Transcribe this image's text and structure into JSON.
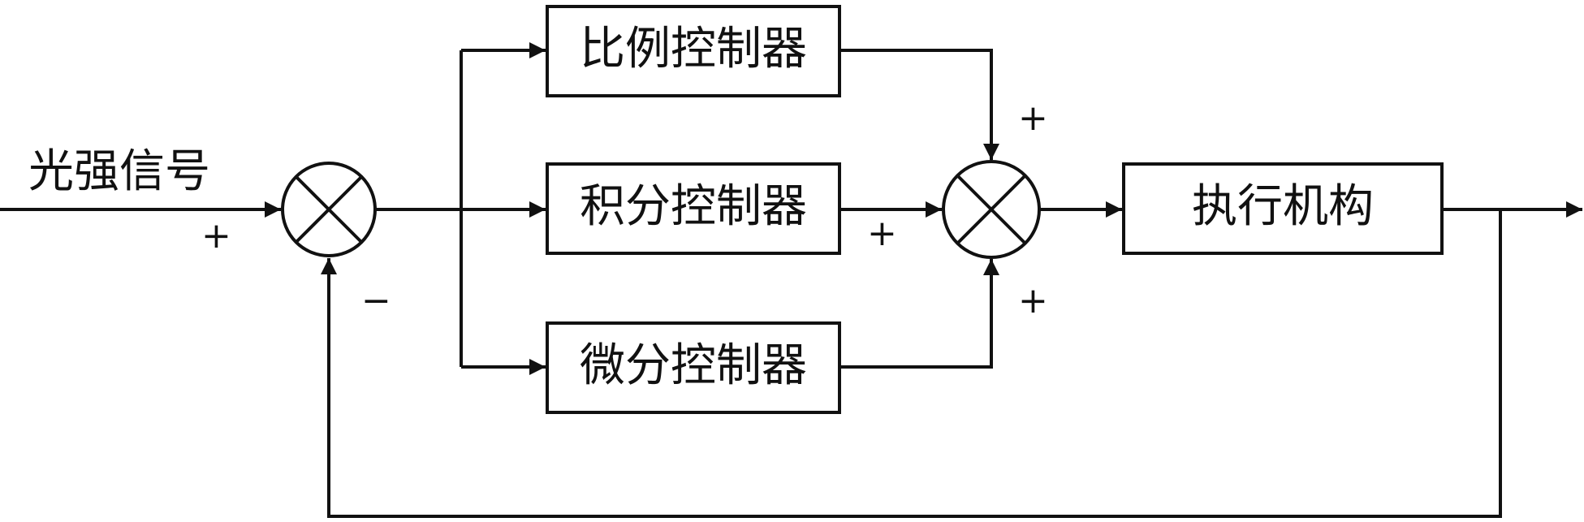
{
  "input": {
    "label": "光强信号",
    "sign": "+"
  },
  "feedback": {
    "sign": "−"
  },
  "blocks": {
    "proportional": "比例控制器",
    "integral": "积分控制器",
    "derivative": "微分控制器",
    "actuator": "执行机构"
  },
  "sum_signs": {
    "top": "+",
    "middle": "+",
    "bottom": "+"
  },
  "colors": {
    "stroke": "#111111",
    "background": "#ffffff"
  }
}
